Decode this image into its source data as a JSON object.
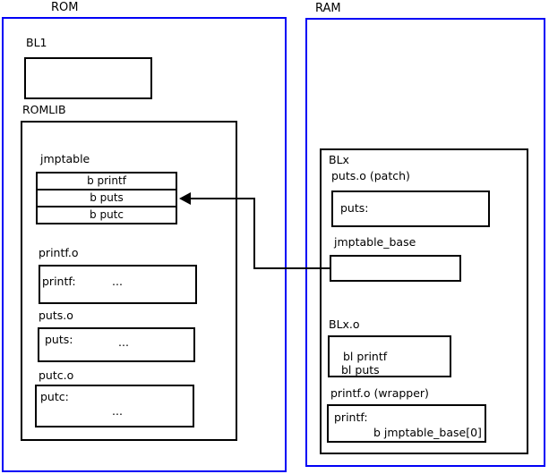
{
  "diagram": {
    "title_context": "ROMLIB jump table patching diagram",
    "colors": {
      "frame_blue": "#0000f6",
      "box_black": "#000000",
      "background": "#ffffff"
    },
    "rom": {
      "label": "ROM",
      "bl1": {
        "label": "BL1"
      },
      "romlib": {
        "label": "ROMLIB",
        "jmptable": {
          "label": "jmptable",
          "rows": [
            "b printf",
            "b puts",
            "b putc"
          ]
        },
        "objects": [
          {
            "label": "printf.o",
            "symbol": "printf:",
            "dots": "..."
          },
          {
            "label": "puts.o",
            "symbol": "puts:",
            "dots": "..."
          },
          {
            "label": "putc.o",
            "symbol": "putc:",
            "dots": "..."
          }
        ]
      }
    },
    "ram": {
      "label": "RAM",
      "blx": {
        "label": "BLx",
        "puts_patch": {
          "label": "puts.o (patch)",
          "symbol": "puts:"
        },
        "jmptable_base": {
          "label": "jmptable_base"
        },
        "blx_o": {
          "label": "BLx.o",
          "lines": [
            "bl printf",
            "bl puts"
          ]
        },
        "printf_wrapper": {
          "label": "printf.o (wrapper)",
          "symbol": "printf:",
          "body": "b jmptable_base[0]"
        }
      }
    },
    "arrow": {
      "meaning": "jmptable_base points at b puts entry of ROM jmptable"
    }
  }
}
